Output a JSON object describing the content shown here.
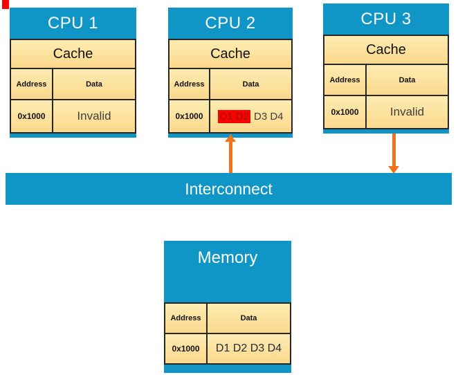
{
  "colors": {
    "brand_blue": "#0F95C6",
    "cell_tan_top": "#FDECB2",
    "cell_tan_bottom": "#FBD88C",
    "highlight_red": "#FE0000",
    "highlight_text_red": "#8B1A10",
    "arrow_orange": "#F4711C",
    "border_dark": "#262626"
  },
  "cpus": [
    {
      "title": "CPU 1",
      "cache_label": "Cache",
      "col_address": "Address",
      "col_data": "Data",
      "row_address": "0x1000",
      "row_data": "Invalid"
    },
    {
      "title": "CPU 2",
      "cache_label": "Cache",
      "col_address": "Address",
      "col_data": "Data",
      "row_address": "0x1000",
      "row_data_highlight": "D1 D2",
      "row_data_rest": "D3 D4"
    },
    {
      "title": "CPU 3",
      "cache_label": "Cache",
      "col_address": "Address",
      "col_data": "Data",
      "row_address": "0x1000",
      "row_data": "Invalid"
    }
  ],
  "interconnect": {
    "label": "Interconnect"
  },
  "memory": {
    "title": "Memory",
    "col_address": "Address",
    "col_data": "Data",
    "row_address": "0x1000",
    "row_data": "D1 D2 D3 D4"
  }
}
